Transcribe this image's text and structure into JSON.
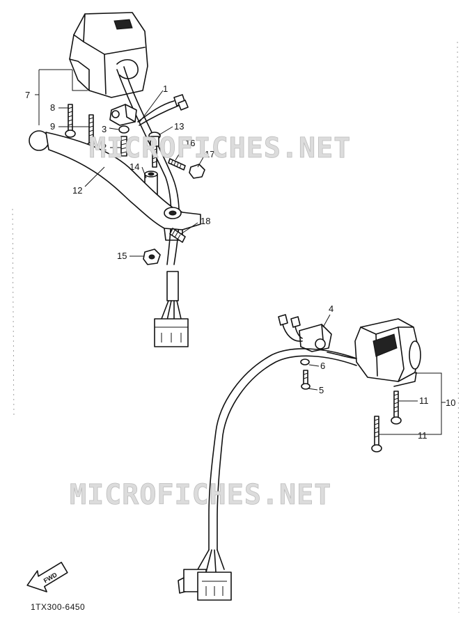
{
  "diagram": {
    "drawing_code": "1TX300-6450",
    "fwd_label": "FWD",
    "watermark": "MICROFICHES.NET",
    "callouts": {
      "c1": "1",
      "c2": "2",
      "c3": "3",
      "c4": "4",
      "c5": "5",
      "c6": "6",
      "c7": "7",
      "c8": "8",
      "c9": "9",
      "c10": "10",
      "c11a": "11",
      "c11b": "11",
      "c12": "12",
      "c13": "13",
      "c14": "14",
      "c15": "15",
      "c16": "16",
      "c17": "17",
      "c18": "18"
    }
  }
}
